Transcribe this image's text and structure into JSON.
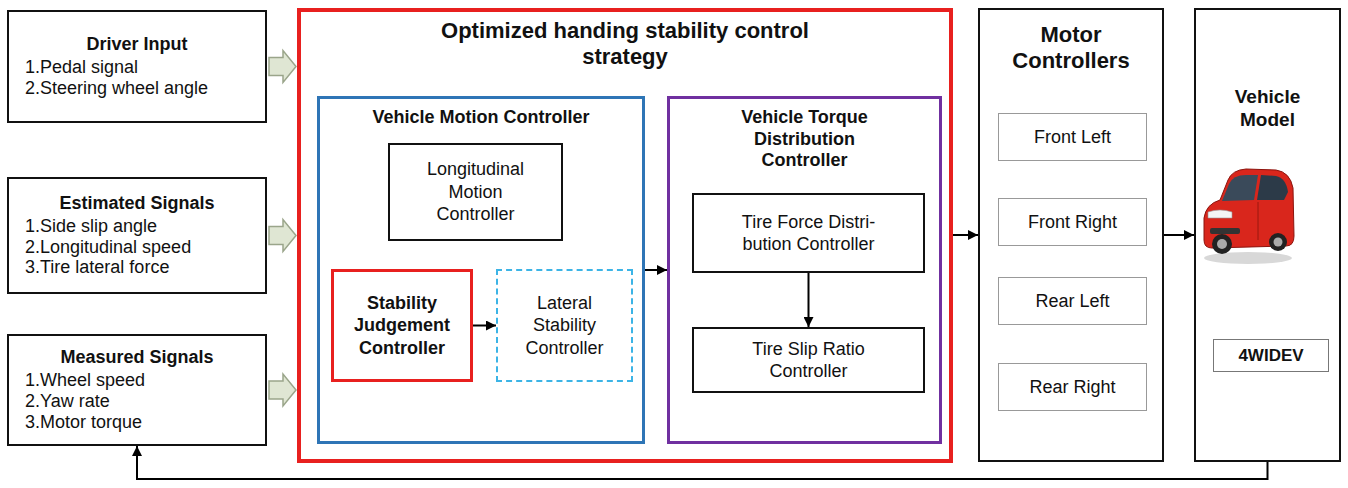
{
  "diagram": {
    "nodes": [
      {
        "text": [
          "Driver Input",
          "1.Pedal signal",
          "2.Steering wheel angle"
        ]
      },
      {
        "text": [
          "Estimated Signals",
          "1.Side slip angle",
          "2.Longitudinal speed",
          "3.Tire lateral force"
        ]
      },
      {
        "text": [
          "Measured Signals",
          "1.Wheel speed",
          "2.Yaw rate",
          "3.Motor torque"
        ]
      },
      {
        "text": [
          "Optimized handing stability control strategy"
        ]
      },
      {
        "text": [
          "Vehicle Motion Controller"
        ],
        "in": 3
      },
      {
        "text": [
          "Longitudinal Motion Controller"
        ],
        "in": 4
      },
      {
        "text": [
          "Stability Judgement Controller"
        ],
        "in": 4
      },
      {
        "text": [
          "Lateral Stability Controller"
        ],
        "in": 4
      },
      {
        "text": [
          "Vehicle Torque Distribution Controller"
        ],
        "in": 3
      },
      {
        "text": [
          "Tire Force Distri- bution Controller"
        ],
        "in": 8
      },
      {
        "text": [
          "Tire Slip Ratio Controller"
        ],
        "in": 8
      },
      {
        "text": [
          "Motor Controllers"
        ]
      },
      {
        "text": [
          "Front Left"
        ],
        "in": 11
      },
      {
        "text": [
          "Front Right"
        ],
        "in": 11
      },
      {
        "text": [
          "Rear Left"
        ],
        "in": 11
      },
      {
        "text": [
          "Rear Right"
        ],
        "in": 11
      },
      {
        "text": [
          "Vehicle Model"
        ]
      },
      {
        "text": [
          "4WIDEV"
        ],
        "in": 16
      }
    ],
    "edges": [
      {
        "from": 0,
        "to": 3,
        "arrow": "to"
      },
      {
        "from": 1,
        "to": 3,
        "arrow": "to"
      },
      {
        "from": 2,
        "to": 3,
        "arrow": "to"
      },
      {
        "from": 6,
        "to": 7,
        "arrow": "to"
      },
      {
        "from": 4,
        "to": 8,
        "arrow": "to"
      },
      {
        "from": 9,
        "to": 10,
        "arrow": "to"
      },
      {
        "from": 3,
        "to": 11,
        "arrow": "to"
      },
      {
        "from": 11,
        "to": 16,
        "arrow": "to"
      },
      {
        "from": 16,
        "to": 2,
        "arrow": "to"
      }
    ]
  }
}
